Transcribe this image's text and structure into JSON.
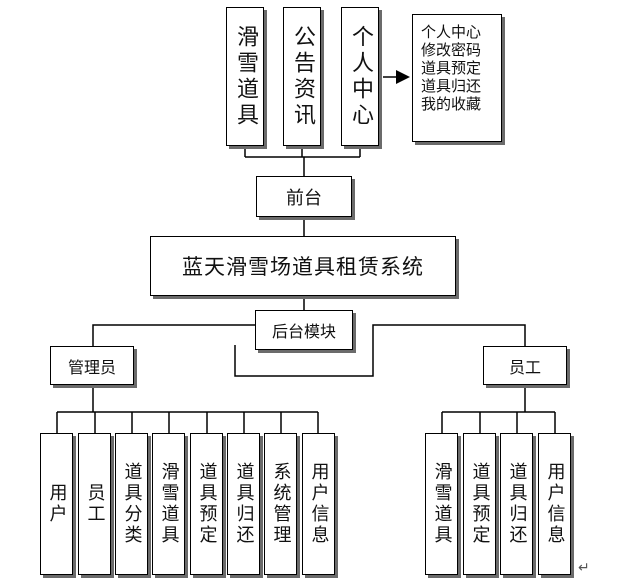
{
  "frontend": {
    "columns": [
      "滑雪道具",
      "公告资讯",
      "个人中心"
    ],
    "label": "前台",
    "personal_menu": [
      "个人中心",
      "修改密码",
      "道具预定",
      "道具归还",
      "我的收藏"
    ]
  },
  "system_name": "蓝天滑雪场道具租赁系统",
  "backend": {
    "label": "后台模块",
    "admin": {
      "label": "管理员",
      "items": [
        "用户",
        "员工",
        "道具分类",
        "滑雪道具",
        "道具预定",
        "道具归还",
        "系统管理",
        "用户信息"
      ]
    },
    "staff": {
      "label": "员工",
      "items": [
        "滑雪道具",
        "道具预定",
        "道具归还",
        "用户信息"
      ]
    }
  },
  "return_mark": "↵"
}
